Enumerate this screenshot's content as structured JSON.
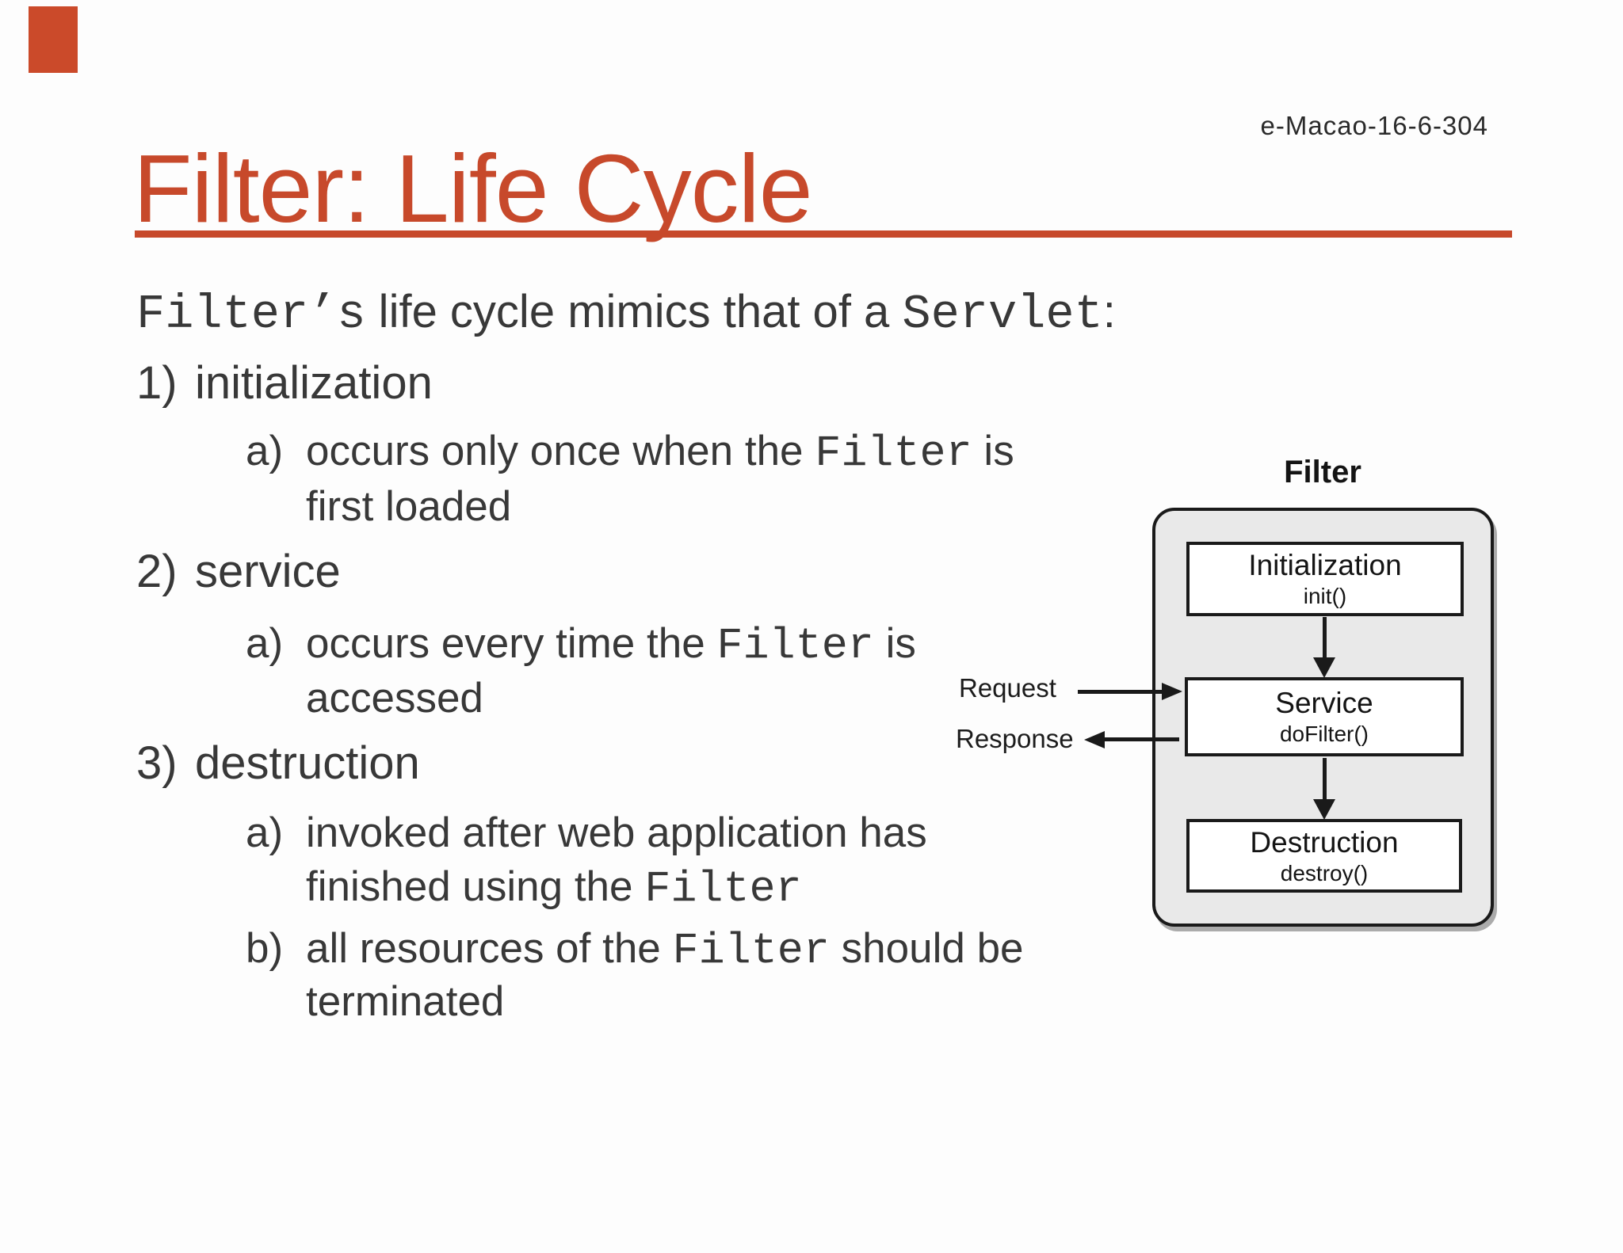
{
  "header": {
    "code": "e-Macao-16-6-304"
  },
  "title": {
    "text": "Filter: Life Cycle",
    "color": "#c7492b"
  },
  "intro": {
    "segments": [
      {
        "t": "Filter’s",
        "mono": true
      },
      {
        "t": " life cycle mimics that of a ",
        "mono": false
      },
      {
        "t": "Servlet",
        "mono": true
      },
      {
        "t": ":",
        "mono": false
      }
    ]
  },
  "items": [
    {
      "num": "1)",
      "label": "initialization",
      "subs": [
        {
          "letter": "a)",
          "lines": [
            [
              {
                "t": "occurs only once when the ",
                "mono": false
              },
              {
                "t": "Filter",
                "mono": true
              },
              {
                "t": " is",
                "mono": false
              }
            ],
            [
              {
                "t": "first loaded",
                "mono": false
              }
            ]
          ]
        }
      ]
    },
    {
      "num": "2)",
      "label": "service",
      "subs": [
        {
          "letter": "a)",
          "lines": [
            [
              {
                "t": "occurs every time the ",
                "mono": false
              },
              {
                "t": "Filter",
                "mono": true
              },
              {
                "t": " is",
                "mono": false
              }
            ],
            [
              {
                "t": "accessed",
                "mono": false
              }
            ]
          ]
        }
      ]
    },
    {
      "num": "3)",
      "label": "destruction",
      "subs": [
        {
          "letter": "a)",
          "lines": [
            [
              {
                "t": "invoked after web application has",
                "mono": false
              }
            ],
            [
              {
                "t": "finished using the ",
                "mono": false
              },
              {
                "t": "Filter",
                "mono": true
              }
            ]
          ]
        },
        {
          "letter": "b)",
          "lines": [
            [
              {
                "t": "all resources of the ",
                "mono": false
              },
              {
                "t": "Filter",
                "mono": true
              },
              {
                "t": " should be",
                "mono": false
              }
            ],
            [
              {
                "t": "terminated",
                "mono": false
              }
            ]
          ]
        }
      ]
    }
  ],
  "diagram": {
    "title": "Filter",
    "request_label": "Request",
    "response_label": "Response",
    "nodes": [
      {
        "name": "Initialization",
        "method": "init()"
      },
      {
        "name": "Service",
        "method": "doFilter()"
      },
      {
        "name": "Destruction",
        "method": "destroy()"
      }
    ]
  },
  "colors": {
    "accent": "#c7492b",
    "body_text": "#383838",
    "diagram_bg": "#e9e9e9",
    "line": "#1a1a1a",
    "corner_mark": "#cb4a2a"
  }
}
